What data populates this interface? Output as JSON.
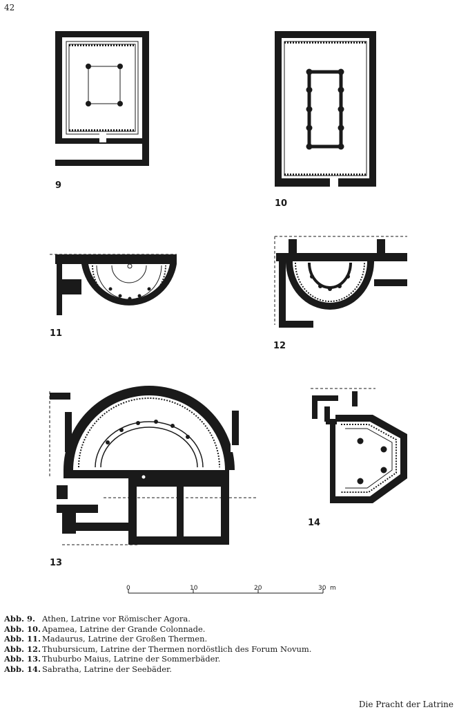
{
  "page_number": "42",
  "figures": [
    {
      "number": "9"
    },
    {
      "number": "10"
    },
    {
      "number": "11"
    },
    {
      "number": "12"
    },
    {
      "number": "13"
    },
    {
      "number": "14"
    }
  ],
  "scale_bar": {
    "ticks": [
      "0",
      "10",
      "20",
      "30"
    ],
    "unit": "m"
  },
  "captions": [
    {
      "label": "Abb.  9.",
      "text": "Athen, Latrine vor Römischer Agora."
    },
    {
      "label": "Abb. 10.",
      "text": "Apamea, Latrine der Grande Colonnade."
    },
    {
      "label": "Abb. 11.",
      "text": "Madaurus, Latrine der Großen Thermen."
    },
    {
      "label": "Abb. 12.",
      "text": "Thubursicum, Latrine der Thermen nordöstlich des Forum Novum."
    },
    {
      "label": "Abb. 13.",
      "text": "Thuburbo Maius, Latrine der Sommerbäder."
    },
    {
      "label": "Abb. 14.",
      "text": "Sabratha, Latrine der Seebäder."
    }
  ],
  "footer": "Die Pracht der Latrine",
  "colors": {
    "ink": "#1a1a1a",
    "paper": "#ffffff"
  }
}
